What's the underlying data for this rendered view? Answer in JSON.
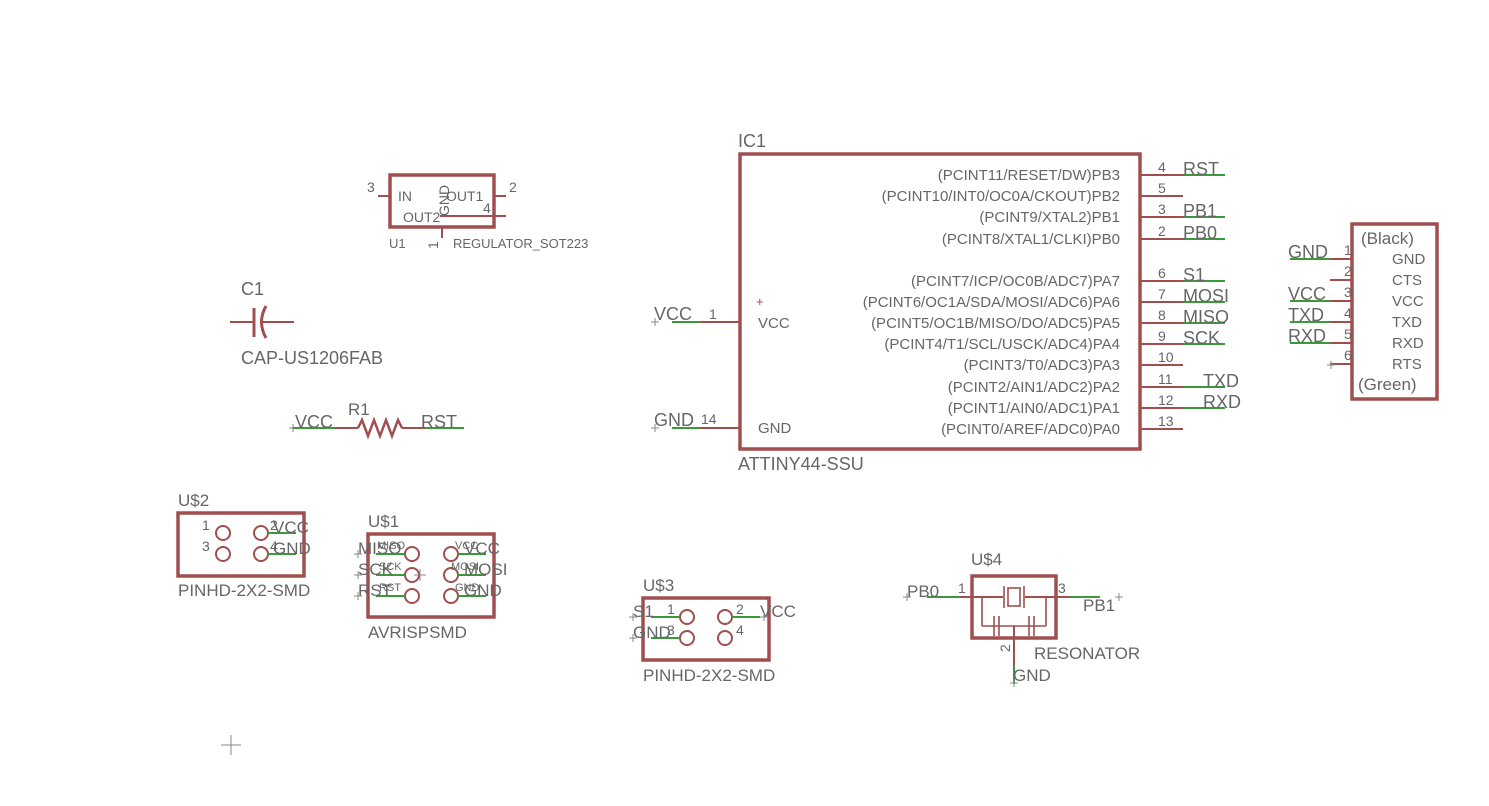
{
  "ic1": {
    "name": "IC1",
    "value": "ATTINY44-SSU",
    "pins_right": [
      {
        "func": "(PCINT11/RESET/DW)PB3",
        "num": "4",
        "net": "RST"
      },
      {
        "func": "(PCINT10/INT0/OC0A/CKOUT)PB2",
        "num": "5",
        "net": ""
      },
      {
        "func": "(PCINT9/XTAL2)PB1",
        "num": "3",
        "net": "PB1"
      },
      {
        "func": "(PCINT8/XTAL1/CLKI)PB0",
        "num": "2",
        "net": "PB0"
      },
      {
        "func": "(PCINT7/ICP/OC0B/ADC7)PA7",
        "num": "6",
        "net": "S1"
      },
      {
        "func": "(PCINT6/OC1A/SDA/MOSI/ADC6)PA6",
        "num": "7",
        "net": "MOSI"
      },
      {
        "func": "(PCINT5/OC1B/MISO/DO/ADC5)PA5",
        "num": "8",
        "net": "MISO"
      },
      {
        "func": "(PCINT4/T1/SCL/USCK/ADC4)PA4",
        "num": "9",
        "net": "SCK"
      },
      {
        "func": "(PCINT3/T0/ADC3)PA3",
        "num": "10",
        "net": ""
      },
      {
        "func": "(PCINT2/AIN1/ADC2)PA2",
        "num": "11",
        "net": "TXD"
      },
      {
        "func": "(PCINT1/AIN0/ADC1)PA1",
        "num": "12",
        "net": "RXD"
      },
      {
        "func": "(PCINT0/AREF/ADC0)PA0",
        "num": "13",
        "net": ""
      }
    ],
    "pin_vcc": {
      "func": "VCC",
      "num": "1",
      "net": "VCC"
    },
    "pin_gnd": {
      "func": "GND",
      "num": "14",
      "net": "GND"
    }
  },
  "u1_reg": {
    "name": "U1",
    "value": "REGULATOR_SOT223",
    "pin_in": "IN",
    "pin_out1": "OUT1",
    "pin_out2": "OUT2",
    "pin_gnd": "GND",
    "num_in": "3",
    "num_out1": "2",
    "num_out2": "4",
    "num_gnd": "1"
  },
  "c1": {
    "name": "C1",
    "value": "CAP-US1206FAB"
  },
  "r1": {
    "name": "R1",
    "net_left": "VCC",
    "net_right": "RST"
  },
  "header_ftdi": {
    "top": "(Black)",
    "bottom": "(Green)",
    "pins": [
      {
        "num": "1",
        "name": "GND",
        "net": "GND"
      },
      {
        "num": "2",
        "name": "CTS",
        "net": ""
      },
      {
        "num": "3",
        "name": "VCC",
        "net": "VCC"
      },
      {
        "num": "4",
        "name": "TXD",
        "net": "TXD"
      },
      {
        "num": "5",
        "name": "RXD",
        "net": "RXD"
      },
      {
        "num": "6",
        "name": "RTS",
        "net": ""
      }
    ]
  },
  "u2": {
    "name": "U$2",
    "value": "PINHD-2X2-SMD",
    "n1": "1",
    "n2": "2",
    "n3": "3",
    "n4": "4",
    "net2": "VCC",
    "net4": "GND"
  },
  "u1_isp": {
    "name": "U$1",
    "value": "AVRISPSMD",
    "pin_miso": "MISO",
    "pin_sck": "SCK",
    "pin_rst": "RST",
    "pin_vcc": "VCC",
    "pin_mosi": "MOSI",
    "pin_gnd": "GND",
    "net_miso": "MISO",
    "net_sck": "SCK",
    "net_rst": "RST",
    "net_vcc": "VCC",
    "net_mosi": "MOSI",
    "net_gnd": "GND"
  },
  "u3": {
    "name": "U$3",
    "value": "PINHD-2X2-SMD",
    "n1": "1",
    "n2": "2",
    "n3": "3",
    "n4": "4",
    "net1": "S1",
    "net2": "VCC",
    "net3": "GND"
  },
  "u4": {
    "name": "U$4",
    "value": "RESONATOR",
    "n1": "1",
    "n2": "2",
    "n3": "3",
    "net1": "PB0",
    "net3": "PB1",
    "net2": "GND"
  }
}
